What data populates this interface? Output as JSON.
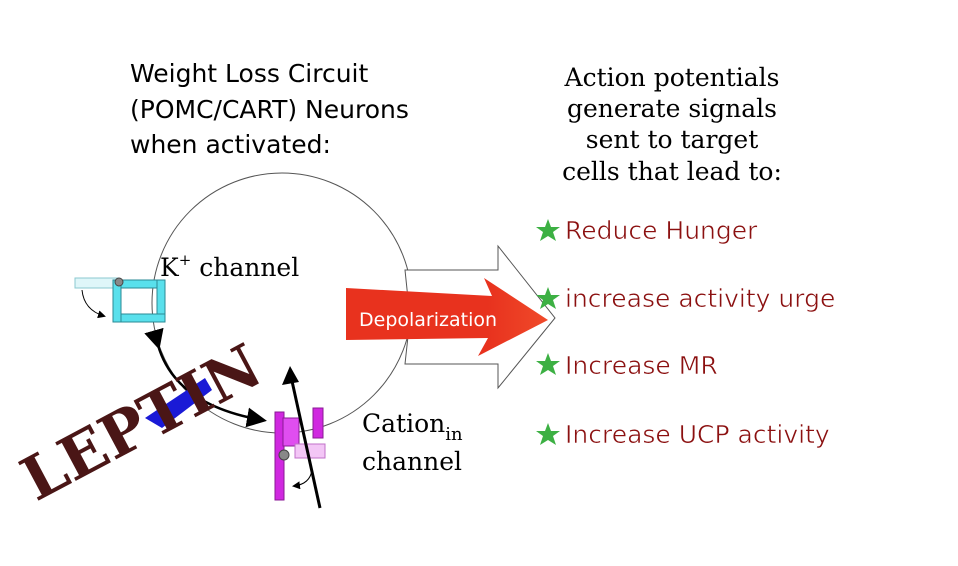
{
  "title_left": {
    "line1": "Weight Loss Circuit",
    "line2": "(POMC/CART) Neurons",
    "line3": "when activated:"
  },
  "title_right": {
    "line1": "Action potentials",
    "line2": "generate signals",
    "line3": "sent to target",
    "line4": "cells that lead to:"
  },
  "k_channel": {
    "label": "K",
    "superscript": "+",
    "suffix": " channel"
  },
  "cation_channel": {
    "label": "Cation",
    "subscript": "in",
    "line2": "channel"
  },
  "depolarization_label": "Depolarization",
  "leptin_label": "LEPTIN",
  "effects": [
    {
      "icon": "star-icon",
      "label": "Reduce Hunger"
    },
    {
      "icon": "star-icon",
      "label": "increase activity urge"
    },
    {
      "icon": "star-icon",
      "label": "Increase MR"
    },
    {
      "icon": "star-icon",
      "label": "Increase UCP activity"
    }
  ],
  "colors": {
    "effect_text": "#8b1010",
    "star": "#3cb043",
    "depolarization_arrow": "#e8321e",
    "k_channel": "#59e0ec",
    "cation_channel": "#d028e0",
    "leptin_receptor": "#1a1ad6",
    "leptin_text": "#4a1616"
  }
}
